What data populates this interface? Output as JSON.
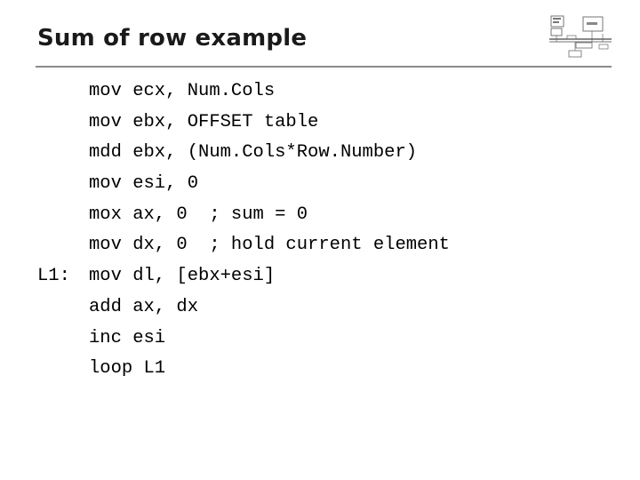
{
  "slide": {
    "title": "Sum of row example",
    "code_lines": [
      {
        "label": "",
        "text": "mov ecx, Num.Cols"
      },
      {
        "label": "",
        "text": "mov ebx, OFFSET table"
      },
      {
        "label": "",
        "text": "mdd ebx, (Num.Cols*Row.Number)"
      },
      {
        "label": "",
        "text": "mov esi, 0"
      },
      {
        "label": "",
        "text": "mox ax, 0  ; sum = 0"
      },
      {
        "label": "",
        "text": "mov dx, 0  ; hold current element"
      },
      {
        "label": "L1:",
        "text": "mov dl, [ebx+esi]"
      },
      {
        "label": "",
        "text": "add ax, dx"
      },
      {
        "label": "",
        "text": "inc esi"
      },
      {
        "label": "",
        "text": "loop L1"
      }
    ]
  },
  "logo": {
    "icon": "computer-architecture-diagram-icon"
  }
}
